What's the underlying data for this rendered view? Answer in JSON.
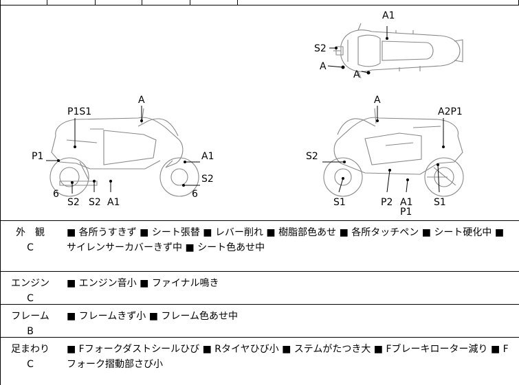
{
  "labels": {
    "top_a1": "A1",
    "top_s2": "S2",
    "top_a_left": "A",
    "top_a_bottom": "A",
    "left_a": "A",
    "left_p1s1": "P1S1",
    "left_p1": "P1",
    "left_a1": "A1",
    "left_s2_right": "S2",
    "left_6_left": "6",
    "left_6_right": "6",
    "left_s2_a": "S2",
    "left_s2_b": "S2",
    "left_a1_bottom": "A1",
    "right_a": "A",
    "right_a2p1": "A2P1",
    "right_s2": "S2",
    "right_s1_left": "S1",
    "right_p2": "P2",
    "right_a1": "A1",
    "right_p1": "P1",
    "right_s1_right": "S1"
  },
  "conditions": [
    {
      "category": "外　観",
      "grade": "C",
      "items": [
        "■ 各所うすきず",
        "■ シート張替",
        "■ レバー削れ",
        "■ 樹脂部色あせ",
        "■ 各所タッチペン",
        "■ シート硬化中",
        "■ サイレンサーカバーきず中",
        "■ シート色あせ中"
      ]
    },
    {
      "category": "エンジン",
      "grade": "C",
      "items": [
        "■ エンジン音小",
        "■ ファイナル鳴き"
      ]
    },
    {
      "category": "フレーム",
      "grade": "B",
      "items": [
        "■ フレームきず小",
        "■ フレーム色あせ中"
      ]
    },
    {
      "category": "足まわり",
      "grade": "C",
      "items": [
        "■ Fフォークダストシールひび",
        "■ Rタイヤひび小",
        "■ ステムがたつき大",
        "■ Fブレーキローター減り",
        "■ Fフォーク摺動部さび小"
      ]
    }
  ]
}
